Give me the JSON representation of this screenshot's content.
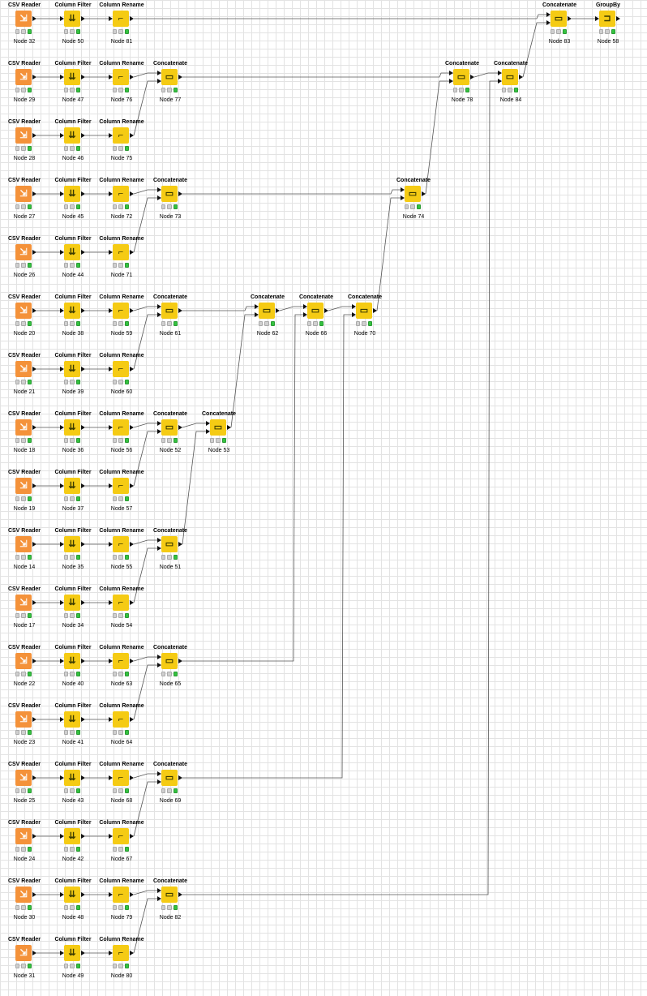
{
  "workflow": {
    "node_types": {
      "csv": {
        "title": "CSV Reader",
        "icon": "csv-reader-icon",
        "color": "#f4923a",
        "glyph": "⇲"
      },
      "filter": {
        "title": "Column Filter",
        "icon": "column-filter-icon",
        "color": "#f5cb14",
        "glyph": "⇊"
      },
      "rename": {
        "title": "Column Rename",
        "icon": "column-rename-icon",
        "color": "#f5cb14",
        "glyph": "⌐"
      },
      "concat": {
        "title": "Concatenate",
        "icon": "concatenate-icon",
        "color": "#f5cb14",
        "glyph": "▭"
      },
      "groupby": {
        "title": "GroupBy",
        "icon": "groupby-icon",
        "color": "#f5cb14",
        "glyph": "⊐"
      }
    },
    "nodes": [
      {
        "id": "32",
        "type": "csv",
        "label": "Node 32"
      },
      {
        "id": "50",
        "type": "filter",
        "label": "Node 50"
      },
      {
        "id": "81",
        "type": "rename",
        "label": "Node 81"
      },
      {
        "id": "83",
        "type": "concat",
        "label": "Node 83"
      },
      {
        "id": "58",
        "type": "groupby",
        "label": "Node 58"
      },
      {
        "id": "29",
        "type": "csv",
        "label": "Node 29"
      },
      {
        "id": "47",
        "type": "filter",
        "label": "Node 47"
      },
      {
        "id": "76",
        "type": "rename",
        "label": "Node 76"
      },
      {
        "id": "77",
        "type": "concat",
        "label": "Node 77"
      },
      {
        "id": "78",
        "type": "concat",
        "label": "Node 78"
      },
      {
        "id": "84",
        "type": "concat",
        "label": "Node 84"
      },
      {
        "id": "28",
        "type": "csv",
        "label": "Node 28"
      },
      {
        "id": "46",
        "type": "filter",
        "label": "Node 46"
      },
      {
        "id": "75",
        "type": "rename",
        "label": "Node 75"
      },
      {
        "id": "27",
        "type": "csv",
        "label": "Node 27"
      },
      {
        "id": "45",
        "type": "filter",
        "label": "Node 45"
      },
      {
        "id": "72",
        "type": "rename",
        "label": "Node 72"
      },
      {
        "id": "73",
        "type": "concat",
        "label": "Node 73"
      },
      {
        "id": "74",
        "type": "concat",
        "label": "Node 74"
      },
      {
        "id": "26",
        "type": "csv",
        "label": "Node 26"
      },
      {
        "id": "44",
        "type": "filter",
        "label": "Node 44"
      },
      {
        "id": "71",
        "type": "rename",
        "label": "Node 71"
      },
      {
        "id": "20",
        "type": "csv",
        "label": "Node 20"
      },
      {
        "id": "38",
        "type": "filter",
        "label": "Node 38"
      },
      {
        "id": "59",
        "type": "rename",
        "label": "Node 59"
      },
      {
        "id": "61",
        "type": "concat",
        "label": "Node 61"
      },
      {
        "id": "62",
        "type": "concat",
        "label": "Node 62"
      },
      {
        "id": "66",
        "type": "concat",
        "label": "Node 66"
      },
      {
        "id": "70",
        "type": "concat",
        "label": "Node 70"
      },
      {
        "id": "21",
        "type": "csv",
        "label": "Node 21"
      },
      {
        "id": "39",
        "type": "filter",
        "label": "Node 39"
      },
      {
        "id": "60",
        "type": "rename",
        "label": "Node 60"
      },
      {
        "id": "18",
        "type": "csv",
        "label": "Node 18"
      },
      {
        "id": "36",
        "type": "filter",
        "label": "Node 36"
      },
      {
        "id": "56",
        "type": "rename",
        "label": "Node 56"
      },
      {
        "id": "52",
        "type": "concat",
        "label": "Node 52"
      },
      {
        "id": "53",
        "type": "concat",
        "label": "Node 53"
      },
      {
        "id": "19",
        "type": "csv",
        "label": "Node 19"
      },
      {
        "id": "37",
        "type": "filter",
        "label": "Node 37"
      },
      {
        "id": "57",
        "type": "rename",
        "label": "Node 57"
      },
      {
        "id": "14",
        "type": "csv",
        "label": "Node 14"
      },
      {
        "id": "35",
        "type": "filter",
        "label": "Node 35"
      },
      {
        "id": "55",
        "type": "rename",
        "label": "Node 55"
      },
      {
        "id": "51",
        "type": "concat",
        "label": "Node 51"
      },
      {
        "id": "17",
        "type": "csv",
        "label": "Node 17"
      },
      {
        "id": "34",
        "type": "filter",
        "label": "Node 34"
      },
      {
        "id": "54",
        "type": "rename",
        "label": "Node 54"
      },
      {
        "id": "22",
        "type": "csv",
        "label": "Node 22"
      },
      {
        "id": "40",
        "type": "filter",
        "label": "Node 40"
      },
      {
        "id": "63",
        "type": "rename",
        "label": "Node 63"
      },
      {
        "id": "65",
        "type": "concat",
        "label": "Node 65"
      },
      {
        "id": "23",
        "type": "csv",
        "label": "Node 23"
      },
      {
        "id": "41",
        "type": "filter",
        "label": "Node 41"
      },
      {
        "id": "64",
        "type": "rename",
        "label": "Node 64"
      },
      {
        "id": "25",
        "type": "csv",
        "label": "Node 25"
      },
      {
        "id": "43",
        "type": "filter",
        "label": "Node 43"
      },
      {
        "id": "68",
        "type": "rename",
        "label": "Node 68"
      },
      {
        "id": "69",
        "type": "concat",
        "label": "Node 69"
      },
      {
        "id": "24",
        "type": "csv",
        "label": "Node 24"
      },
      {
        "id": "42",
        "type": "filter",
        "label": "Node 42"
      },
      {
        "id": "67",
        "type": "rename",
        "label": "Node 67"
      },
      {
        "id": "30",
        "type": "csv",
        "label": "Node 30"
      },
      {
        "id": "48",
        "type": "filter",
        "label": "Node 48"
      },
      {
        "id": "79",
        "type": "rename",
        "label": "Node 79"
      },
      {
        "id": "82",
        "type": "concat",
        "label": "Node 82"
      },
      {
        "id": "31",
        "type": "csv",
        "label": "Node 31"
      },
      {
        "id": "49",
        "type": "filter",
        "label": "Node 49"
      },
      {
        "id": "80",
        "type": "rename",
        "label": "Node 80"
      }
    ],
    "connections": [
      [
        "32",
        "50",
        0
      ],
      [
        "50",
        "81",
        0
      ],
      [
        "81",
        "83",
        0
      ],
      [
        "83",
        "58",
        0
      ],
      [
        "29",
        "47",
        0
      ],
      [
        "47",
        "76",
        0
      ],
      [
        "76",
        "77",
        0
      ],
      [
        "75",
        "77",
        1
      ],
      [
        "77",
        "78",
        0
      ],
      [
        "74",
        "78",
        1
      ],
      [
        "78",
        "84",
        0
      ],
      [
        "82",
        "84",
        1
      ],
      [
        "84",
        "83",
        1
      ],
      [
        "28",
        "46",
        0
      ],
      [
        "46",
        "75",
        0
      ],
      [
        "27",
        "45",
        0
      ],
      [
        "45",
        "72",
        0
      ],
      [
        "72",
        "73",
        0
      ],
      [
        "71",
        "73",
        1
      ],
      [
        "73",
        "74",
        0
      ],
      [
        "70",
        "74",
        1
      ],
      [
        "26",
        "44",
        0
      ],
      [
        "44",
        "71",
        0
      ],
      [
        "20",
        "38",
        0
      ],
      [
        "38",
        "59",
        0
      ],
      [
        "59",
        "61",
        0
      ],
      [
        "60",
        "61",
        1
      ],
      [
        "61",
        "62",
        0
      ],
      [
        "53",
        "62",
        1
      ],
      [
        "62",
        "66",
        0
      ],
      [
        "65",
        "66",
        1
      ],
      [
        "66",
        "70",
        0
      ],
      [
        "69",
        "70",
        1
      ],
      [
        "21",
        "39",
        0
      ],
      [
        "39",
        "60",
        0
      ],
      [
        "18",
        "36",
        0
      ],
      [
        "36",
        "56",
        0
      ],
      [
        "56",
        "52",
        0
      ],
      [
        "57",
        "52",
        1
      ],
      [
        "52",
        "53",
        0
      ],
      [
        "51",
        "53",
        1
      ],
      [
        "19",
        "37",
        0
      ],
      [
        "37",
        "57",
        0
      ],
      [
        "14",
        "35",
        0
      ],
      [
        "35",
        "55",
        0
      ],
      [
        "55",
        "51",
        0
      ],
      [
        "54",
        "51",
        1
      ],
      [
        "17",
        "34",
        0
      ],
      [
        "34",
        "54",
        0
      ],
      [
        "22",
        "40",
        0
      ],
      [
        "40",
        "63",
        0
      ],
      [
        "63",
        "65",
        0
      ],
      [
        "64",
        "65",
        1
      ],
      [
        "23",
        "41",
        0
      ],
      [
        "41",
        "64",
        0
      ],
      [
        "25",
        "43",
        0
      ],
      [
        "43",
        "68",
        0
      ],
      [
        "68",
        "69",
        0
      ],
      [
        "67",
        "69",
        1
      ],
      [
        "24",
        "42",
        0
      ],
      [
        "42",
        "67",
        0
      ],
      [
        "30",
        "48",
        0
      ],
      [
        "48",
        "79",
        0
      ],
      [
        "79",
        "82",
        0
      ],
      [
        "80",
        "82",
        1
      ],
      [
        "31",
        "49",
        0
      ],
      [
        "49",
        "80",
        0
      ]
    ]
  }
}
